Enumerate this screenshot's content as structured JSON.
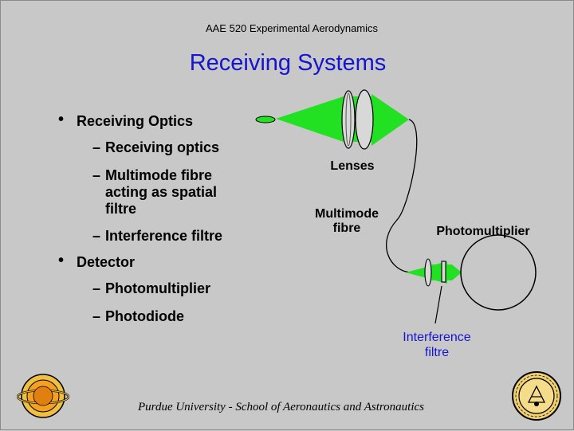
{
  "header": {
    "course": "AAE 520 Experimental Aerodynamics"
  },
  "slide_title": "Receiving Systems",
  "bullets": [
    {
      "label": "Receiving Optics",
      "items": [
        "Receiving optics",
        "Multimode fibre\nacting as spatial\nfiltre",
        "Interference filtre"
      ]
    },
    {
      "label": "Detector",
      "items": [
        "Photomultiplier",
        "Photodiode"
      ]
    }
  ],
  "bullet_symbol": "•",
  "dash_symbol": "–",
  "diagram_labels": {
    "lenses": "Lenses",
    "multimode_fibre": "Multimode\nfibre",
    "photomultiplier": "Photomultiplier",
    "interference_filtre": "Interference\nfiltre"
  },
  "footer": "Purdue University - School of Aeronautics and Astronautics",
  "colors": {
    "title": "#1515d0",
    "beam": "#22e022",
    "background": "#c8c8c8",
    "lens": "#d8d8d8"
  }
}
